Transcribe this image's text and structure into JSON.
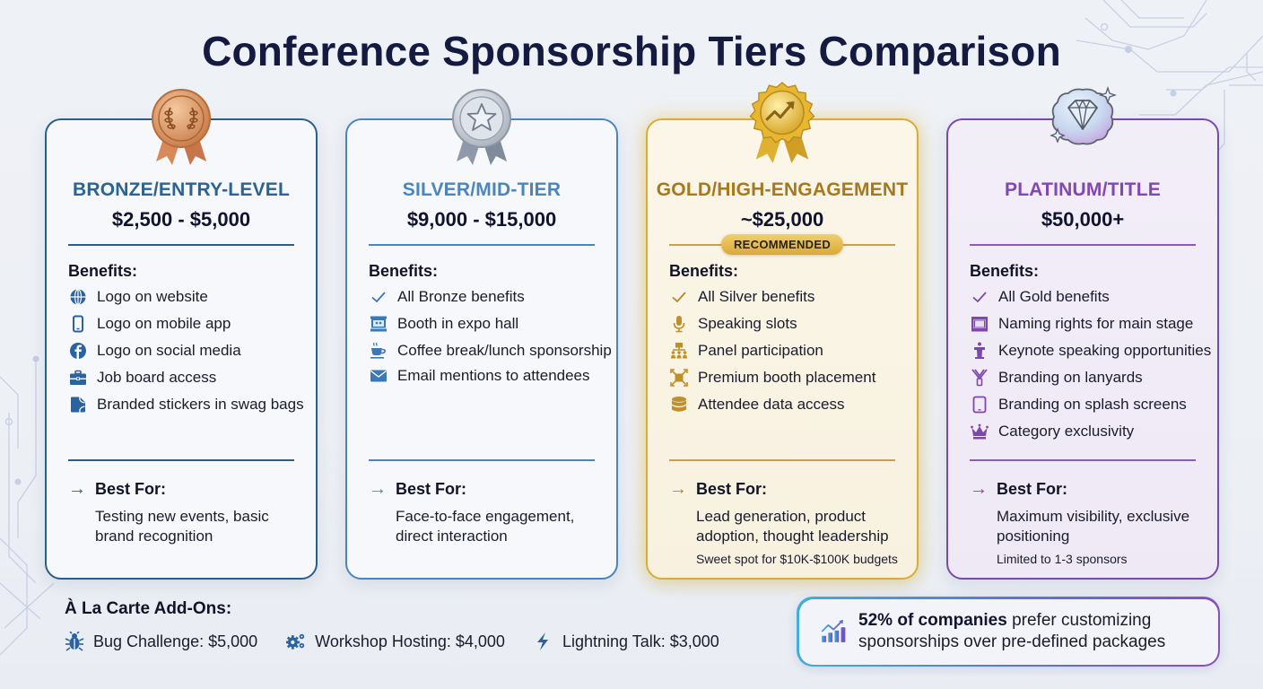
{
  "title": "Conference Sponsorship Tiers Comparison",
  "tiers": [
    {
      "id": "bronze",
      "name": "BRONZE/ENTRY-LEVEL",
      "price": "$2,500 - $5,000",
      "medal_icon": "bronze-laurel-medal-icon",
      "color": "#2c5e8a",
      "benefits_title": "Benefits:",
      "benefits": [
        {
          "icon": "globe-icon",
          "label": "Logo on website"
        },
        {
          "icon": "mobile-phone-icon",
          "label": "Logo on mobile app"
        },
        {
          "icon": "facebook-icon",
          "label": "Logo on social media"
        },
        {
          "icon": "briefcase-icon",
          "label": "Job board access"
        },
        {
          "icon": "sticker-icon",
          "label": "Branded stickers in swag bags"
        }
      ],
      "best_for_title": "Best For:",
      "best_for": "Testing new events, basic brand recognition",
      "note": ""
    },
    {
      "id": "silver",
      "name": "SILVER/MID-TIER",
      "price": "$9,000 - $15,000",
      "medal_icon": "silver-star-medal-icon",
      "color": "#4a86bd",
      "benefits_title": "Benefits:",
      "benefits": [
        {
          "icon": "check-icon",
          "label": "All Bronze benefits"
        },
        {
          "icon": "booth-icon",
          "label": "Booth in expo hall"
        },
        {
          "icon": "coffee-cup-icon",
          "label": "Coffee break/lunch sponsorship"
        },
        {
          "icon": "envelope-icon",
          "label": "Email mentions to attendees"
        }
      ],
      "best_for_title": "Best For:",
      "best_for": "Face-to-face engagement, direct interaction",
      "note": ""
    },
    {
      "id": "gold",
      "name": "GOLD/HIGH-ENGAGEMENT",
      "price": "~$25,000",
      "badge": "RECOMMENDED",
      "medal_icon": "gold-trend-medal-icon",
      "color": "#b8862a",
      "benefits_title": "Benefits:",
      "benefits": [
        {
          "icon": "check-icon",
          "label": "All Silver benefits"
        },
        {
          "icon": "microphone-icon",
          "label": "Speaking slots"
        },
        {
          "icon": "panel-icon",
          "label": "Panel participation"
        },
        {
          "icon": "expand-icon",
          "label": "Premium booth placement"
        },
        {
          "icon": "database-icon",
          "label": "Attendee data access"
        }
      ],
      "best_for_title": "Best For:",
      "best_for": "Lead generation, product adoption, thought leadership",
      "note": "Sweet spot for $10K-$100K budgets"
    },
    {
      "id": "platinum",
      "name": "PLATINUM/TITLE",
      "price": "$50,000+",
      "medal_icon": "diamond-badge-icon",
      "color": "#8247b4",
      "benefits_title": "Benefits:",
      "benefits": [
        {
          "icon": "check-icon",
          "label": "All Gold benefits"
        },
        {
          "icon": "stage-icon",
          "label": "Naming rights for main stage"
        },
        {
          "icon": "podium-icon",
          "label": "Keynote speaking opportunities"
        },
        {
          "icon": "lanyard-icon",
          "label": "Branding on lanyards"
        },
        {
          "icon": "tablet-icon",
          "label": "Branding on splash screens"
        },
        {
          "icon": "crown-icon",
          "label": "Category exclusivity"
        }
      ],
      "best_for_title": "Best For:",
      "best_for": "Maximum visibility, exclusive positioning",
      "note": "Limited to 1-3 sponsors"
    }
  ],
  "addons": {
    "title": "À La Carte Add-Ons:",
    "items": [
      {
        "icon": "bug-icon",
        "label": "Bug Challenge: $5,000"
      },
      {
        "icon": "gears-icon",
        "label": "Workshop Hosting: $4,000"
      },
      {
        "icon": "lightning-icon",
        "label": "Lightning Talk: $3,000"
      }
    ]
  },
  "stat": {
    "icon": "bar-chart-trend-icon",
    "bold": "52% of companies",
    "text": " prefer customizing sponsorships over pre-defined packages"
  }
}
